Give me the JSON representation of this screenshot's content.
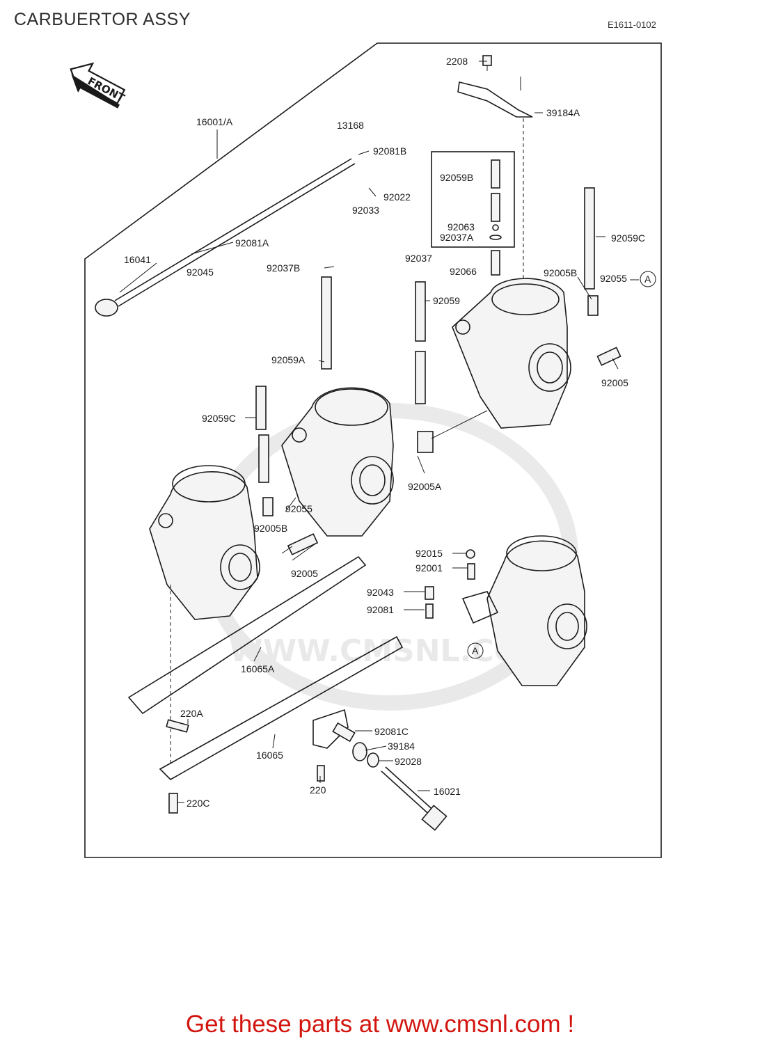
{
  "header": {
    "title": "CARBUERTOR ASSY",
    "ref_code": "E1611-0102"
  },
  "front_label": "FRONT",
  "watermark": "WWW.CMSNL.COM",
  "callouts": [
    "2208",
    "39184A",
    "13168",
    "92081B",
    "16001/A",
    "92022",
    "92033",
    "92059B",
    "92063",
    "92037A",
    "92059C",
    "92081A",
    "16041",
    "92045",
    "92037B",
    "92037",
    "92066",
    "92005B",
    "92055",
    "A",
    "92059",
    "92005",
    "92059A",
    "92059C",
    "92005A",
    "92055",
    "92005B",
    "92005",
    "92015",
    "92001",
    "92043",
    "92081",
    "A",
    "16065A",
    "220A",
    "92081C",
    "39184",
    "92028",
    "16065",
    "220",
    "16021",
    "220C"
  ],
  "footer": {
    "text": "Get these parts at www.cmsnl.com !"
  }
}
